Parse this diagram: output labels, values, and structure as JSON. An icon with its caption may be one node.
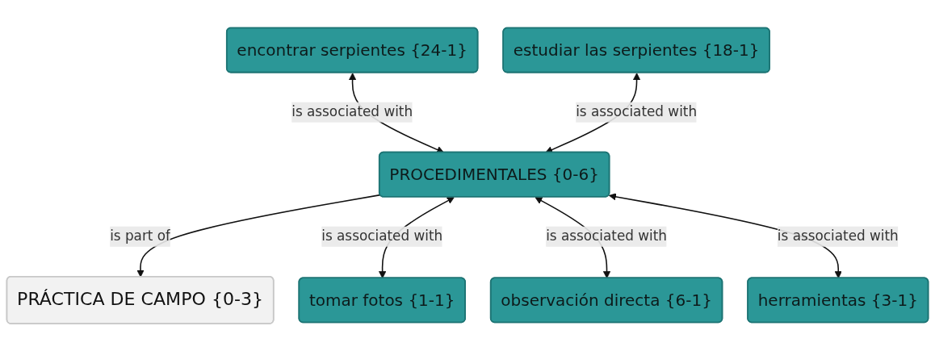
{
  "diagram": {
    "nodes": [
      {
        "text": [
          "PRÁCTICA DE CAMPO {0-3}"
        ]
      },
      {
        "text": [
          "encontrar serpientes {24-1}"
        ]
      },
      {
        "text": [
          "PROCEDIMENTALES {0-6}"
        ]
      },
      {
        "text": [
          "tomar fotos {1-1}"
        ]
      },
      {
        "text": [
          "estudiar las serpientes {18-1}"
        ]
      },
      {
        "text": [
          "herramientas {3-1}"
        ]
      },
      {
        "text": [
          "observación directa {6-1}"
        ]
      }
    ],
    "edges": [
      {
        "from": 2,
        "to": 0,
        "arrow": "to",
        "label": "is part of"
      },
      {
        "from": 1,
        "to": 2,
        "arrow": "both",
        "label": "is associated with"
      },
      {
        "from": 2,
        "to": 3,
        "arrow": "both",
        "label": "is associated with"
      },
      {
        "from": 4,
        "to": 2,
        "arrow": "both",
        "label": "is associated with"
      },
      {
        "from": 2,
        "to": 6,
        "arrow": "both",
        "label": "is associated with"
      },
      {
        "from": 2,
        "to": 5,
        "arrow": "both",
        "label": "is associated with"
      }
    ]
  }
}
